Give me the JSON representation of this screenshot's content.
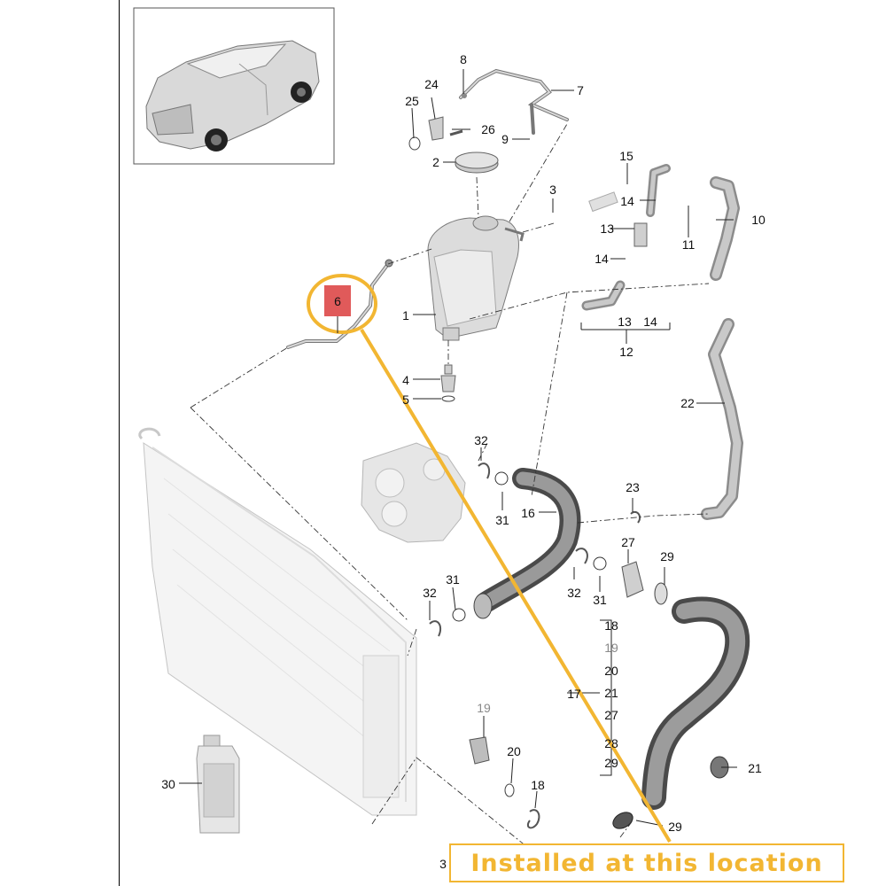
{
  "callouts": {
    "c1": "1",
    "c2": "2",
    "c3": "3",
    "c4": "4",
    "c5": "5",
    "c6": "6",
    "c7": "7",
    "c8": "8",
    "c9": "9",
    "c10": "10",
    "c11": "11",
    "c12": "12",
    "c13a": "13",
    "c13b": "13",
    "c14a": "14",
    "c14b": "14",
    "c14c": "14",
    "c15": "15",
    "c16": "16",
    "c17": "17",
    "c18a": "18",
    "c18b": "18",
    "c19a": "19",
    "c19b": "19",
    "c20a": "20",
    "c20b": "20",
    "c21a": "21",
    "c21b": "21",
    "c22": "22",
    "c23": "23",
    "c24": "24",
    "c25": "25",
    "c26": "26",
    "c27a": "27",
    "c27b": "27",
    "c28": "28",
    "c29a": "29",
    "c29b": "29",
    "c29c": "29",
    "c30": "30",
    "c31a": "31",
    "c31b": "31",
    "c31c": "31",
    "c32a": "32",
    "c32b": "32",
    "c32c": "32",
    "c33": "3"
  },
  "banner": {
    "text": "Installed at this location"
  },
  "colors": {
    "highlight": "#f2b632",
    "marker": "#e05a5a"
  }
}
